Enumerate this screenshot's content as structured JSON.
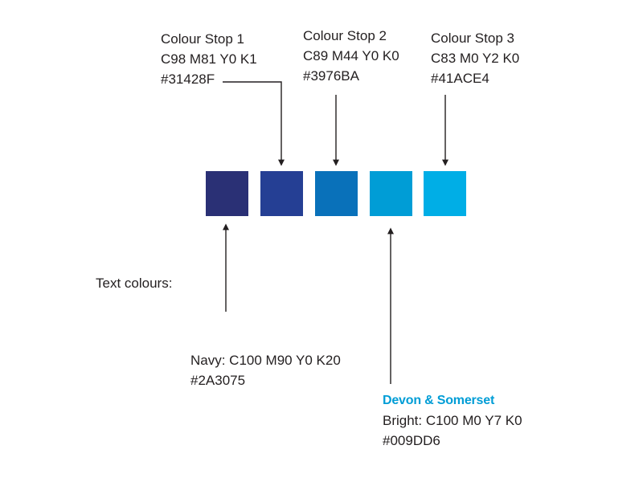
{
  "colour_stops": [
    {
      "title": "Colour Stop 1",
      "cmyk": "C98 M81 Y0 K1",
      "hex": "#31428F"
    },
    {
      "title": "Colour Stop 2",
      "cmyk": "C89 M44 Y0 K0",
      "hex": "#3976BA"
    },
    {
      "title": "Colour Stop 3",
      "cmyk": "C83 M0 Y2 K0",
      "hex": "#41ACE4"
    }
  ],
  "swatches": [
    {
      "color": "#2A3075"
    },
    {
      "color": "#253F94"
    },
    {
      "color": "#0971BA"
    },
    {
      "color": "#009DD6"
    },
    {
      "color": "#00AEE6"
    }
  ],
  "text_colours": {
    "heading": "Text colours:",
    "navy": {
      "cmyk": "Navy: C100 M90 Y0 K20",
      "hex": "#2A3075"
    },
    "bright": {
      "brand": "Devon & Somerset",
      "brand_color": "#009DD6",
      "cmyk": "Bright: C100 M0 Y7 K0",
      "hex": "#009DD6"
    }
  }
}
